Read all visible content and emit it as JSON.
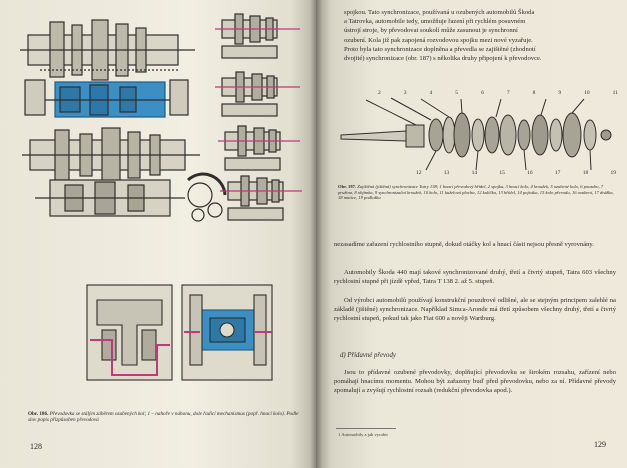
{
  "left_page": {
    "page_number": "128",
    "caption": {
      "label": "Obr. 186.",
      "text": "Převodovka se stálým záběrem ozubených kol; 1 – nahoře v náhonu, dole řadicí mechanismus (popř. hnací kolo). Podle slov popis přizpůsoben převodová"
    }
  },
  "right_page": {
    "page_number": "129",
    "top_paragraph": [
      "spojkou. Tato synchronizace, používaná u ozubených automobilů Škoda",
      "a Tatrovka, automobile tedy, umožňuje řazení při rychlém posuvném",
      "ústrojí stroje, by převodovat soukolí může zasunout je synchronní",
      "ozubení. Kola již pak zapojená rozvodovou spojku mezi nové vyzařuje.",
      "Proto byla tato synchronizace doplněna a převedla se zajištěné (zhodnotí",
      "dvojité) synchronizace (obr. 187) s několika druhy připojení k převodovce."
    ],
    "figure_numbers": [
      "2",
      "3",
      "4",
      "5",
      "6",
      "7",
      "8",
      "9",
      "10",
      "11",
      "12",
      "13",
      "14",
      "15",
      "16",
      "17",
      "18",
      "19"
    ],
    "figure_caption": {
      "label": "Obr. 187.",
      "text": "Zajištěná (jištěná) synchronizace Tatry 138; 1 hnací převodový hřídel, 2 spojka, 3 hnací kolo, 4 kroužek, 5 ozubené kolo, 6 pouzdro, 7 pružina, 8 objímka, 9 synchronizační kroužek, 10 kolo, 11 kuželová plocha, 12 kulička, 13 hřídel, 14 pojistka, 15 kolo převodu, 16 ozubení, 17 drážka, 18 matice, 19 podložka"
    },
    "middle_paragraphs": [
      "nezasadíme zařazení rychlostního stupně, dokud otáčky kol a hnací části nejsou přesně vyrovnány.",
      "Automobily Škoda 440 mají takové synchronizované druhý, třetí a čtvrtý stupeň, Tatra 603 všechny rychlostní stupně při jízdě vpřed, Tatra T 138 2. až 5. stupeň.",
      "Od výrobci automobilů používají konstrukční pouzdrové odlišné, ale se stejným principem zalehlé na základě (jištěné) synchronizace. Například Simca-Aronde má třetí způsobem všechny druhý, třetí a čtvrtý rychlostní stupeň, pokud tak jako Fiat 600 a nověji Wartburg."
    ],
    "section_heading": "d) Přídavné převody",
    "last_paragraph": "Jsou to přídavné ozubené převodovky, doplňující převodovku se širokém rozsahu, zařízení nebo pomáhají hnacímu momentu. Mohou být zařazeny buď před převodovku, nebo za ní. Přídavné převody zpomalují a zvyšují rychlostní rozsah (redukční převodovka apod.).",
    "running_footer": "1 Automobily a jak vyrobit"
  },
  "colors": {
    "paper": "#eeeadb",
    "ink": "#2b2a28",
    "highlight_blue": "#3b8fc4",
    "highlight_magenta": "#c0397a"
  }
}
